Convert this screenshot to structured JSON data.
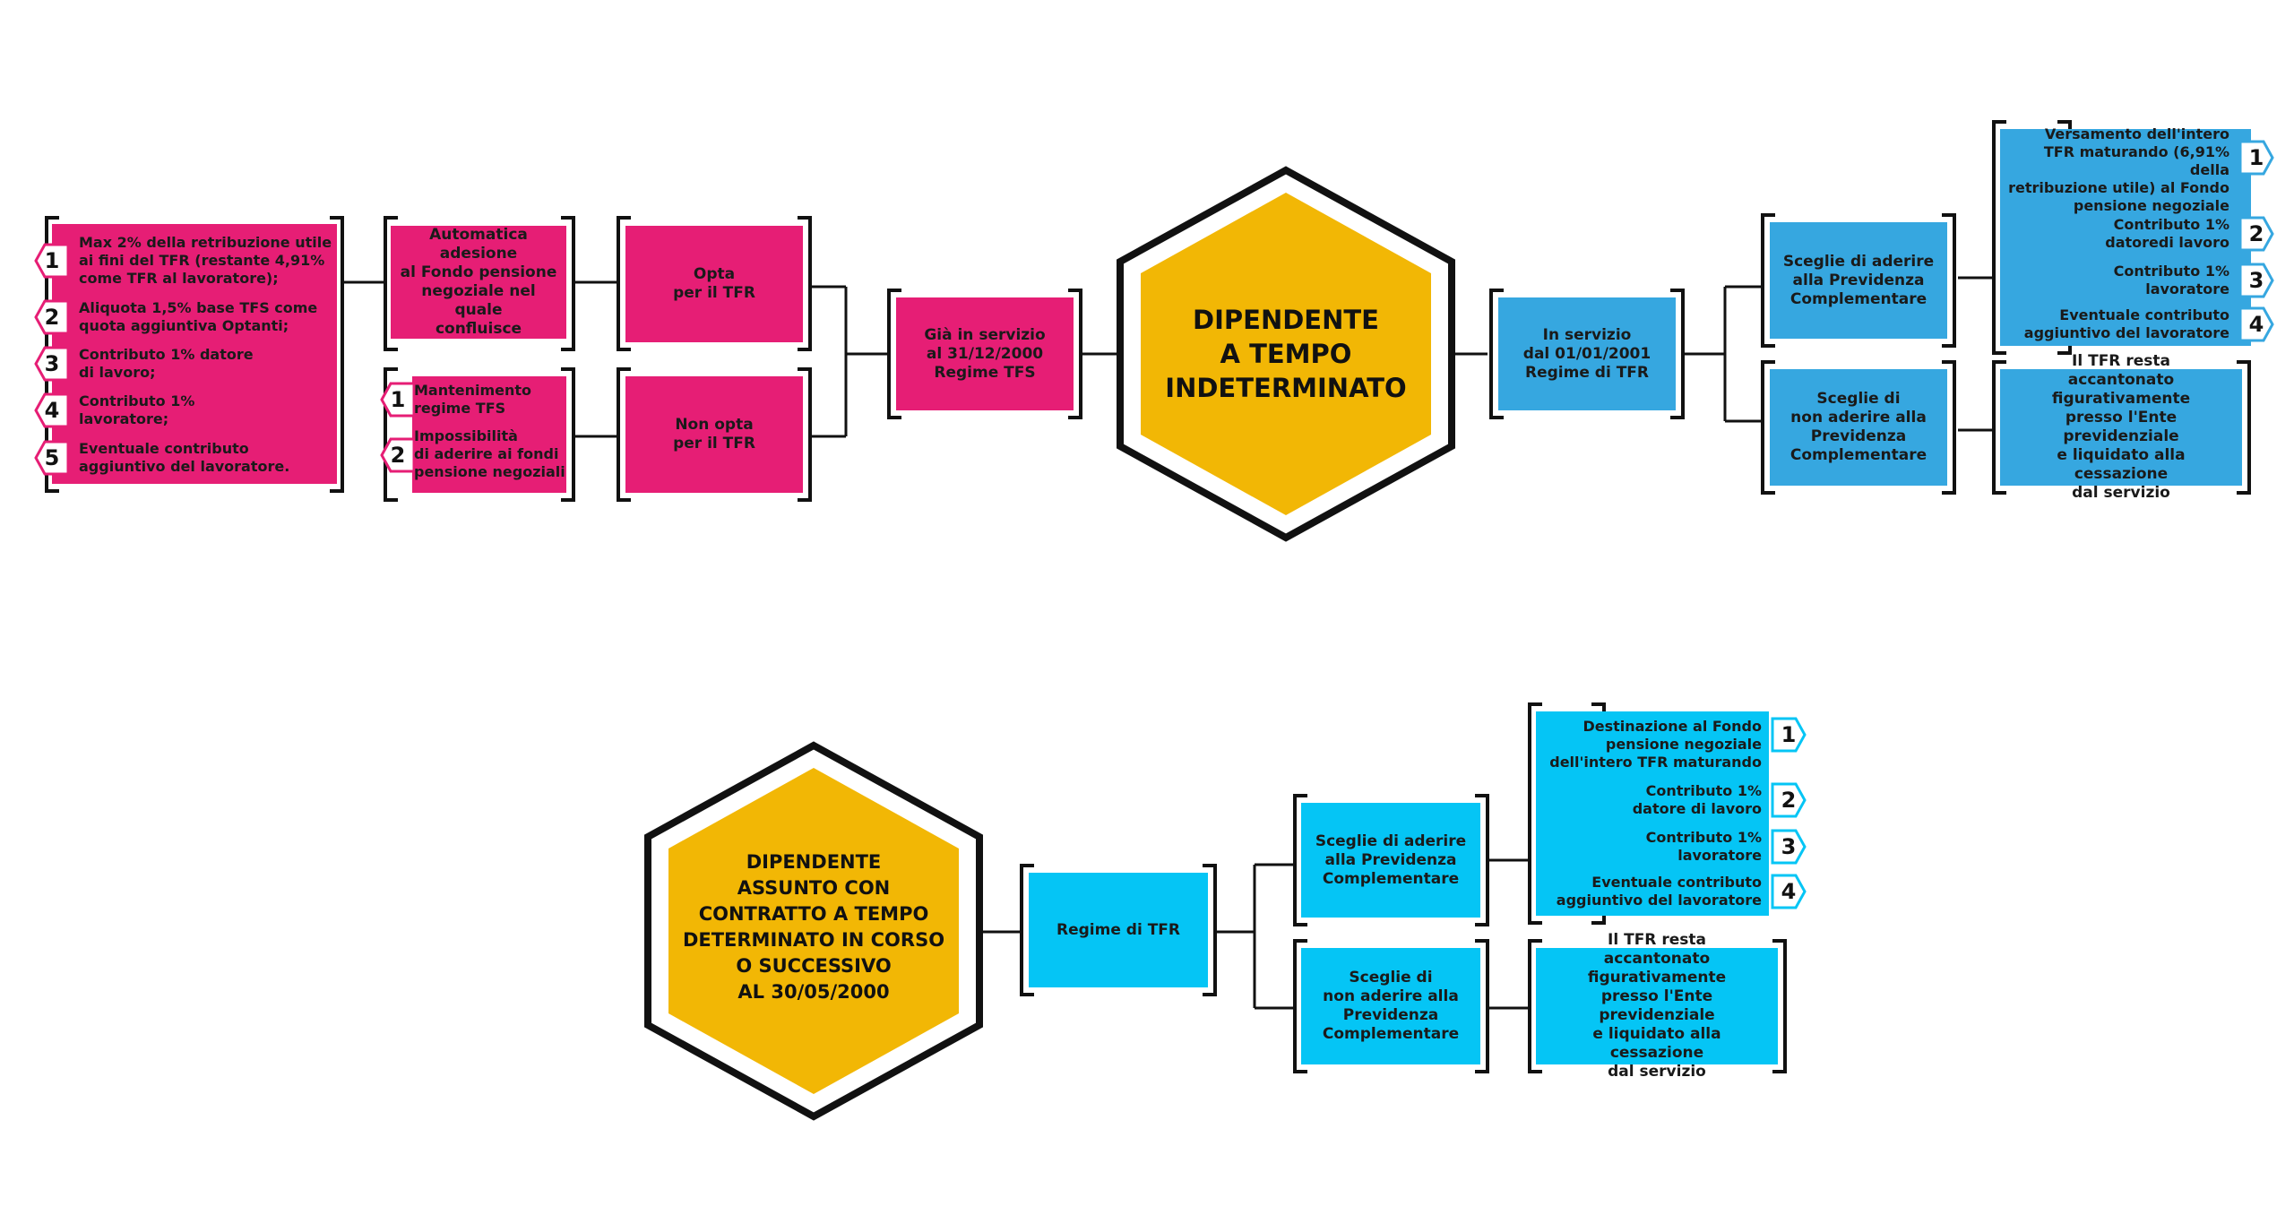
{
  "colors": {
    "pink": "#e61e75",
    "blue": "#36a7e0",
    "cyan": "#05c5f5",
    "gold": "#f2b705",
    "line": "#111111"
  },
  "top": {
    "hexagon": "DIPENDENTE\nA TEMPO\nINDETERMINATO",
    "gia_in_servizio": "Già in servizio\nal 31/12/2000\nRegime TFS",
    "opta": "Opta\nper il TFR",
    "non_opta": "Non opta\nper il TFR",
    "automatica": "Automatica\nadesione\nal Fondo pensione\nnegoziale nel quale\nconfluisce",
    "opta_items": [
      {
        "num": "1",
        "text": "Max 2% della retribuzione utile\nai fini del TFR (restante 4,91%\ncome TFR al lavoratore);"
      },
      {
        "num": "2",
        "text": "Aliquota 1,5% base TFS come\nquota aggiuntiva Optanti;"
      },
      {
        "num": "3",
        "text": "Contributo 1% datore\ndi lavoro;"
      },
      {
        "num": "4",
        "text": "Contributo 1%\nlavoratore;"
      },
      {
        "num": "5",
        "text": "Eventuale contributo\naggiuntivo del lavoratore."
      }
    ],
    "non_opta_items": [
      {
        "num": "1",
        "text": "Mantenimento\nregime TFS"
      },
      {
        "num": "2",
        "text": "Impossibilità\ndi aderire ai fondi\npensione negoziali"
      }
    ],
    "in_servizio": "In servizio\ndal  01/01/2001\nRegime di TFR",
    "sceglie_aderire": "Sceglie di aderire\nalla Previdenza\nComplementare",
    "sceglie_non_aderire": "Sceglie di\nnon aderire alla\nPrevidenza\nComplementare",
    "aderire_items": [
      {
        "num": "1",
        "text": "Versamento dell'intero\nTFR  maturando (6,91% della\nretribuzione utile) al Fondo\npensione negoziale"
      },
      {
        "num": "2",
        "text": "Contributo 1%\ndatoredi lavoro"
      },
      {
        "num": "3",
        "text": "Contributo 1%\nlavoratore"
      },
      {
        "num": "4",
        "text": "Eventuale contributo\naggiuntivo del lavoratore"
      }
    ],
    "tfr_resta": "Il TFR resta\naccantonato figurativamente\npresso l'Ente previdenziale\ne liquidato alla cessazione\ndal servizio"
  },
  "bottom": {
    "hexagon": "DIPENDENTE\nASSUNTO CON\nCONTRATTO A TEMPO\nDETERMINATO IN CORSO\nO SUCCESSIVO\nAL 30/05/2000",
    "regime": "Regime di TFR",
    "sceglie_aderire": "Sceglie di aderire\nalla Previdenza\nComplementare",
    "sceglie_non_aderire": "Sceglie di\nnon aderire alla\nPrevidenza\nComplementare",
    "aderire_items": [
      {
        "num": "1",
        "text": "Destinazione al Fondo\npensione negoziale\ndell'intero TFR maturando"
      },
      {
        "num": "2",
        "text": "Contributo 1%\ndatore di lavoro"
      },
      {
        "num": "3",
        "text": "Contributo 1%\nlavoratore"
      },
      {
        "num": "4",
        "text": "Eventuale contributo\naggiuntivo del lavoratore"
      }
    ],
    "tfr_resta": "Il TFR resta\naccantonato figurativamente\npresso l'Ente previdenziale\ne liquidato alla cessazione\ndal servizio"
  }
}
